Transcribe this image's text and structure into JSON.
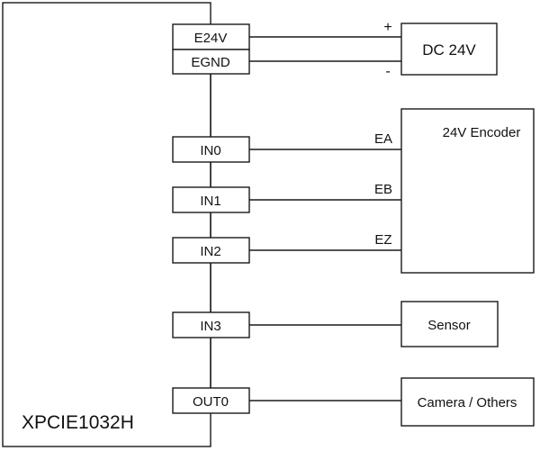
{
  "module_name": "XPCIE1032H",
  "power": {
    "e24v": "E24V",
    "egnd": "EGND",
    "supply": "DC 24V",
    "plus": "+",
    "minus": "-"
  },
  "inputs": {
    "in0": "IN0",
    "in1": "IN1",
    "in2": "IN2",
    "in3": "IN3"
  },
  "outputs": {
    "out0": "OUT0"
  },
  "encoder": {
    "title": "24V Encoder",
    "ea": "EA",
    "eb": "EB",
    "ez": "EZ"
  },
  "devices": {
    "sensor": "Sensor",
    "camera": "Camera / Others"
  }
}
